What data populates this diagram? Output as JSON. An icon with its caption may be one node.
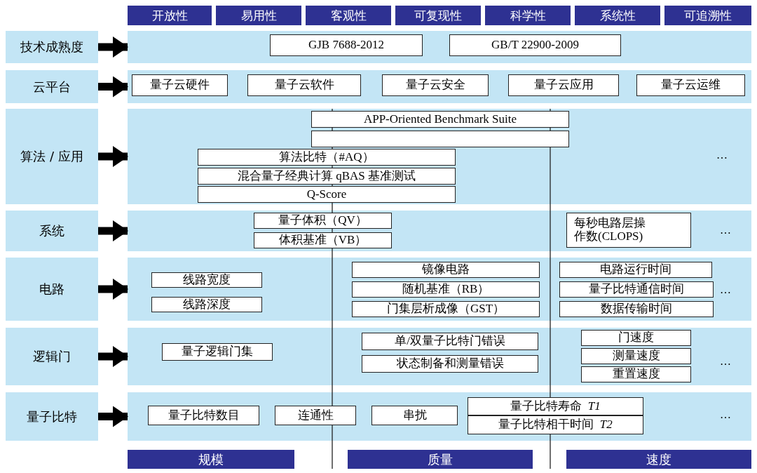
{
  "diagram": {
    "nodes": [
      {
        "text": [
          "开放性"
        ]
      },
      {
        "text": [
          "易用性"
        ]
      },
      {
        "text": [
          "客观性"
        ]
      },
      {
        "text": [
          "可复现性"
        ]
      },
      {
        "text": [
          "科学性"
        ]
      },
      {
        "text": [
          "系统性"
        ]
      },
      {
        "text": [
          "可追溯性"
        ]
      },
      {
        "text": [
          "技术成熟度"
        ]
      },
      {
        "text": [],
        "shape": "box"
      },
      {
        "text": [
          "GJB 7688-2012"
        ],
        "in": 8
      },
      {
        "text": [
          "GB/T 22900-2009"
        ],
        "in": 8
      },
      {
        "text": [
          "云平台"
        ]
      },
      {
        "text": [],
        "shape": "box"
      },
      {
        "text": [
          "量子云硬件"
        ],
        "in": 12
      },
      {
        "text": [
          "量子云软件"
        ],
        "in": 12
      },
      {
        "text": [
          "量子云安全"
        ],
        "in": 12
      },
      {
        "text": [
          "量子云应用"
        ],
        "in": 12
      },
      {
        "text": [
          "量子云运维"
        ],
        "in": 12
      },
      {
        "text": [
          "算法 / 应用"
        ]
      },
      {
        "text": [],
        "shape": "box"
      },
      {
        "text": [
          "APP-Oriented Benchmark Suite"
        ],
        "in": 19
      },
      {
        "text": [],
        "shape": "box",
        "in": 19
      },
      {
        "text": [
          "算法比特（#AQ）"
        ],
        "in": 19
      },
      {
        "text": [
          "混合量子经典计算 qBAS 基准测试"
        ],
        "in": 19
      },
      {
        "text": [
          "Q-Score"
        ],
        "in": 19
      },
      {
        "text": [
          "系统"
        ]
      },
      {
        "text": [],
        "shape": "box"
      },
      {
        "text": [
          "量子体积（QV）"
        ],
        "in": 26
      },
      {
        "text": [
          "体积基准（VB）"
        ],
        "in": 26
      },
      {
        "text": [
          "每秒电路层操作数(CLOPS)"
        ],
        "in": 26
      },
      {
        "text": [
          "电路"
        ]
      },
      {
        "text": [],
        "shape": "box"
      },
      {
        "text": [
          "线路宽度"
        ],
        "in": 31
      },
      {
        "text": [
          "线路深度"
        ],
        "in": 31
      },
      {
        "text": [
          "镜像电路"
        ],
        "in": 31
      },
      {
        "text": [
          "随机基准（RB）"
        ],
        "in": 31
      },
      {
        "text": [
          "门集层析成像（GST）"
        ],
        "in": 31
      },
      {
        "text": [
          "电路运行时间"
        ],
        "in": 31
      },
      {
        "text": [
          "量子比特通信时间"
        ],
        "in": 31
      },
      {
        "text": [
          "数据传输时间"
        ],
        "in": 31
      },
      {
        "text": [
          "逻辑门"
        ]
      },
      {
        "text": [],
        "shape": "box"
      },
      {
        "text": [
          "量子逻辑门集"
        ],
        "in": 41
      },
      {
        "text": [
          "单/双量子比特门错误"
        ],
        "in": 41
      },
      {
        "text": [
          "状态制备和测量错误"
        ],
        "in": 41
      },
      {
        "text": [
          "门速度"
        ],
        "in": 41
      },
      {
        "text": [
          "测量速度"
        ],
        "in": 41
      },
      {
        "text": [
          "重置速度"
        ],
        "in": 41
      },
      {
        "text": [
          "量子比特"
        ]
      },
      {
        "text": [],
        "shape": "box"
      },
      {
        "text": [
          "量子比特数目"
        ],
        "in": 49
      },
      {
        "text": [
          "连通性"
        ],
        "in": 49
      },
      {
        "text": [
          "串扰"
        ],
        "in": 49
      },
      {
        "text": [
          "量子比特寿命 *T1*"
        ],
        "in": 49
      },
      {
        "text": [
          "量子比特相干时间 *T2*"
        ],
        "in": 49
      },
      {
        "text": [
          "规模"
        ]
      },
      {
        "text": [
          "质量"
        ]
      },
      {
        "text": [
          "速度"
        ]
      }
    ],
    "edges": [
      {
        "from": 7,
        "to": 8,
        "arrow": "to"
      },
      {
        "from": 11,
        "to": 12,
        "arrow": "to"
      },
      {
        "from": 18,
        "to": 19,
        "arrow": "to"
      },
      {
        "from": 25,
        "to": 26,
        "arrow": "to"
      },
      {
        "from": 30,
        "to": 31,
        "arrow": "to"
      },
      {
        "from": 40,
        "to": 41,
        "arrow": "to"
      },
      {
        "from": 48,
        "to": 49,
        "arrow": "to"
      }
    ],
    "labels": [
      "…",
      "…",
      "…",
      "…",
      "…"
    ]
  }
}
